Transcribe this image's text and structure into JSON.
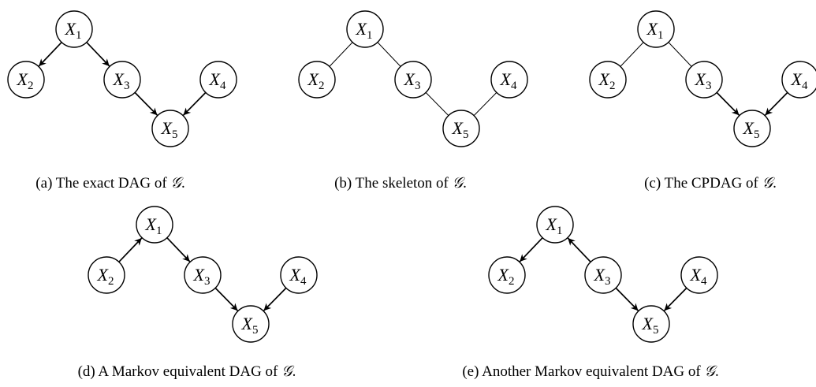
{
  "panels": [
    {
      "id": "a",
      "caption": {
        "prefix": "(a) The exact DAG of ",
        "symbol": "𝒢",
        "suffix": "."
      },
      "nodes": [
        {
          "id": "X1",
          "base": "X",
          "sub": "1"
        },
        {
          "id": "X2",
          "base": "X",
          "sub": "2"
        },
        {
          "id": "X3",
          "base": "X",
          "sub": "3"
        },
        {
          "id": "X4",
          "base": "X",
          "sub": "4"
        },
        {
          "id": "X5",
          "base": "X",
          "sub": "5"
        }
      ],
      "edges": [
        {
          "from": "X1",
          "to": "X2",
          "directed": true
        },
        {
          "from": "X1",
          "to": "X3",
          "directed": true
        },
        {
          "from": "X3",
          "to": "X5",
          "directed": true
        },
        {
          "from": "X4",
          "to": "X5",
          "directed": true
        }
      ]
    },
    {
      "id": "b",
      "caption": {
        "prefix": "(b) The skeleton of ",
        "symbol": "𝒢",
        "suffix": "."
      },
      "nodes": [
        {
          "id": "X1",
          "base": "X",
          "sub": "1"
        },
        {
          "id": "X2",
          "base": "X",
          "sub": "2"
        },
        {
          "id": "X3",
          "base": "X",
          "sub": "3"
        },
        {
          "id": "X4",
          "base": "X",
          "sub": "4"
        },
        {
          "id": "X5",
          "base": "X",
          "sub": "5"
        }
      ],
      "edges": [
        {
          "from": "X1",
          "to": "X2",
          "directed": false
        },
        {
          "from": "X1",
          "to": "X3",
          "directed": false
        },
        {
          "from": "X3",
          "to": "X5",
          "directed": false
        },
        {
          "from": "X4",
          "to": "X5",
          "directed": false
        }
      ]
    },
    {
      "id": "c",
      "caption": {
        "prefix": "(c) The CPDAG of ",
        "symbol": "𝒢",
        "suffix": "."
      },
      "nodes": [
        {
          "id": "X1",
          "base": "X",
          "sub": "1"
        },
        {
          "id": "X2",
          "base": "X",
          "sub": "2"
        },
        {
          "id": "X3",
          "base": "X",
          "sub": "3"
        },
        {
          "id": "X4",
          "base": "X",
          "sub": "4"
        },
        {
          "id": "X5",
          "base": "X",
          "sub": "5"
        }
      ],
      "edges": [
        {
          "from": "X1",
          "to": "X2",
          "directed": false
        },
        {
          "from": "X1",
          "to": "X3",
          "directed": false
        },
        {
          "from": "X3",
          "to": "X5",
          "directed": true
        },
        {
          "from": "X4",
          "to": "X5",
          "directed": true
        }
      ]
    },
    {
      "id": "d",
      "caption": {
        "prefix": "(d) A Markov equivalent DAG of ",
        "symbol": "𝒢",
        "suffix": "."
      },
      "nodes": [
        {
          "id": "X1",
          "base": "X",
          "sub": "1"
        },
        {
          "id": "X2",
          "base": "X",
          "sub": "2"
        },
        {
          "id": "X3",
          "base": "X",
          "sub": "3"
        },
        {
          "id": "X4",
          "base": "X",
          "sub": "4"
        },
        {
          "id": "X5",
          "base": "X",
          "sub": "5"
        }
      ],
      "edges": [
        {
          "from": "X2",
          "to": "X1",
          "directed": true
        },
        {
          "from": "X1",
          "to": "X3",
          "directed": true
        },
        {
          "from": "X3",
          "to": "X5",
          "directed": true
        },
        {
          "from": "X4",
          "to": "X5",
          "directed": true
        }
      ]
    },
    {
      "id": "e",
      "caption": {
        "prefix": "(e) Another Markov equivalent DAG of ",
        "symbol": "𝒢",
        "suffix": "."
      },
      "nodes": [
        {
          "id": "X1",
          "base": "X",
          "sub": "1"
        },
        {
          "id": "X2",
          "base": "X",
          "sub": "2"
        },
        {
          "id": "X3",
          "base": "X",
          "sub": "3"
        },
        {
          "id": "X4",
          "base": "X",
          "sub": "4"
        },
        {
          "id": "X5",
          "base": "X",
          "sub": "5"
        }
      ],
      "edges": [
        {
          "from": "X1",
          "to": "X2",
          "directed": true
        },
        {
          "from": "X3",
          "to": "X1",
          "directed": true
        },
        {
          "from": "X3",
          "to": "X5",
          "directed": true
        },
        {
          "from": "X4",
          "to": "X5",
          "directed": true
        }
      ]
    }
  ]
}
